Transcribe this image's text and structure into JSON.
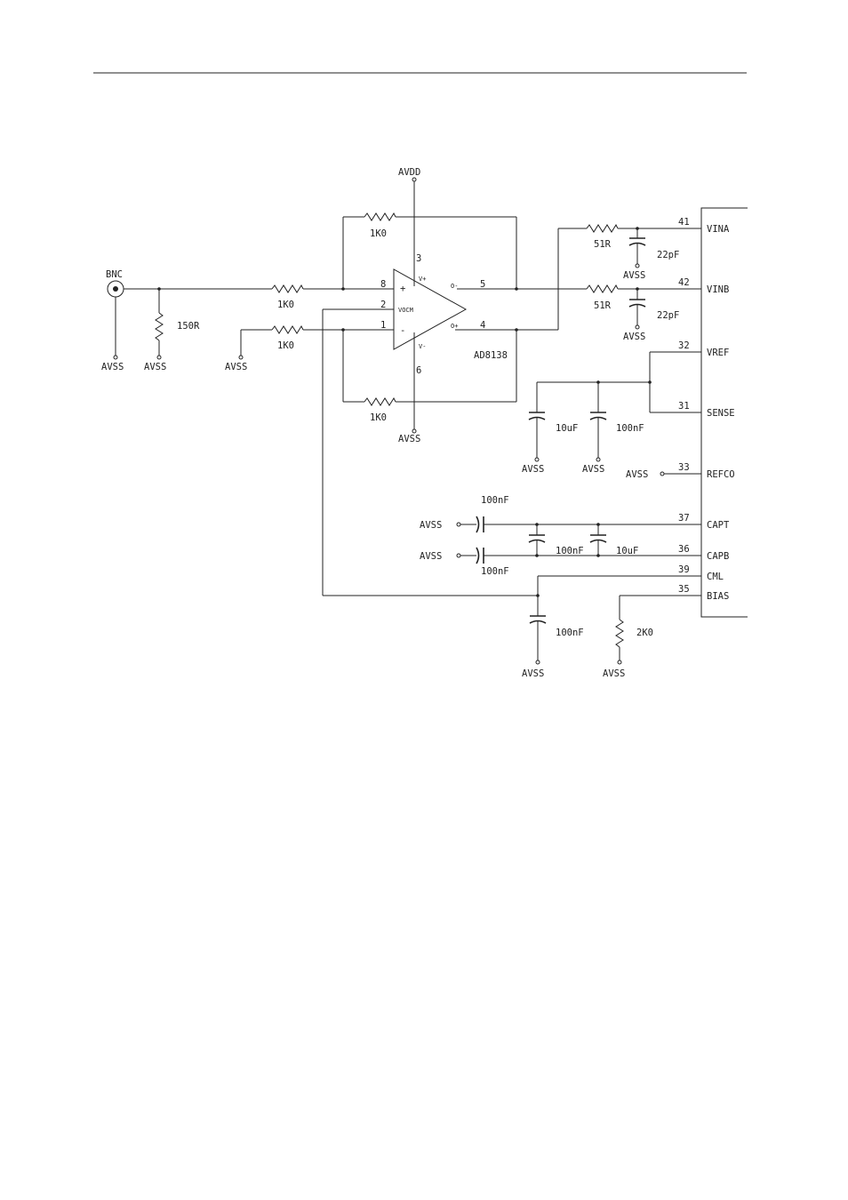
{
  "schematic": {
    "amp": {
      "part": "AD8138",
      "supply_pos": "AVDD",
      "supply_neg": "AVSS",
      "pin_vplus": "3",
      "pin_vminus": "6",
      "pin_in_pos": "8",
      "pin_vocm": "2",
      "pin_in_neg": "1",
      "pin_out_neg": "5",
      "pin_out_pos": "4",
      "lbl_vplus": "V+",
      "lbl_vminus": "V-",
      "lbl_plus": "+",
      "lbl_minus": "-",
      "lbl_vocm": "VOCM",
      "lbl_out_neg": "O-",
      "lbl_out_pos": "O+"
    },
    "input": {
      "connector": "BNC",
      "ground_bnc": "AVSS",
      "r_term": "150R",
      "ground_term": "AVSS",
      "r_in_pos": "1K0",
      "r_in_neg": "1K0",
      "ground_in_neg": "AVSS"
    },
    "feedback": {
      "r_top": "1K0",
      "r_bottom": "1K0"
    },
    "output_filter": {
      "r_a": "51R",
      "c_a": "22pF",
      "ground_a": "AVSS",
      "r_b": "51R",
      "c_b": "22pF",
      "ground_b": "AVSS"
    },
    "reference": {
      "c1": "10uF",
      "c2": "100nF",
      "ground_c1": "AVSS",
      "ground_c2": "AVSS",
      "ground_refco": "AVSS"
    },
    "cap_bypass": {
      "c_top": "100nF",
      "c_bottom": "100nF",
      "ground_top": "AVSS",
      "ground_bottom": "AVSS",
      "c_mid1": "100nF",
      "c_mid2": "10uF"
    },
    "cml": {
      "c": "100nF",
      "ground": "AVSS"
    },
    "bias": {
      "r": "2K0",
      "ground": "AVSS"
    },
    "adc": {
      "pins": [
        {
          "num": "41",
          "name": "VINA"
        },
        {
          "num": "42",
          "name": "VINB"
        },
        {
          "num": "32",
          "name": "VREF"
        },
        {
          "num": "31",
          "name": "SENSE"
        },
        {
          "num": "33",
          "name": "REFCO"
        },
        {
          "num": "37",
          "name": "CAPT"
        },
        {
          "num": "36",
          "name": "CAPB"
        },
        {
          "num": "39",
          "name": "CML"
        },
        {
          "num": "35",
          "name": "BIAS"
        }
      ]
    }
  }
}
